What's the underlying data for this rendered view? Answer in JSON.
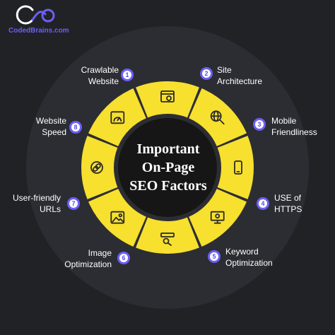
{
  "brand": {
    "name": "CodedBrains.com",
    "color": "#6c5ff5"
  },
  "title": {
    "lines": [
      "Important",
      "On-Page",
      "SEO Factors"
    ]
  },
  "colors": {
    "background": "#202226",
    "ring": "#2c2d33",
    "segment": "#f7e02e",
    "core": "#161616",
    "badge": "#6c5ff5",
    "icon_frame": "#2a2a2a"
  },
  "factors": [
    {
      "number": "1",
      "lines": [
        "Crawlable",
        "Website"
      ],
      "icon": "browser-gear-icon"
    },
    {
      "number": "2",
      "lines": [
        "Site",
        "Architecture"
      ],
      "icon": "globe-search-icon"
    },
    {
      "number": "3",
      "lines": [
        "Mobile",
        "Friendliness"
      ],
      "icon": "smartphone-icon"
    },
    {
      "number": "4",
      "lines": [
        "USE of",
        "HTTPS"
      ],
      "icon": "secure-monitor-icon"
    },
    {
      "number": "5",
      "lines": [
        "Keyword",
        "Optimization"
      ],
      "icon": "keyword-search-icon"
    },
    {
      "number": "6",
      "lines": [
        "Image",
        "Optimization"
      ],
      "icon": "image-icon"
    },
    {
      "number": "7",
      "lines": [
        "User-friendly",
        "URLs"
      ],
      "icon": "link-icon"
    },
    {
      "number": "8",
      "lines": [
        "Website",
        "Speed"
      ],
      "icon": "speedometer-icon"
    }
  ]
}
